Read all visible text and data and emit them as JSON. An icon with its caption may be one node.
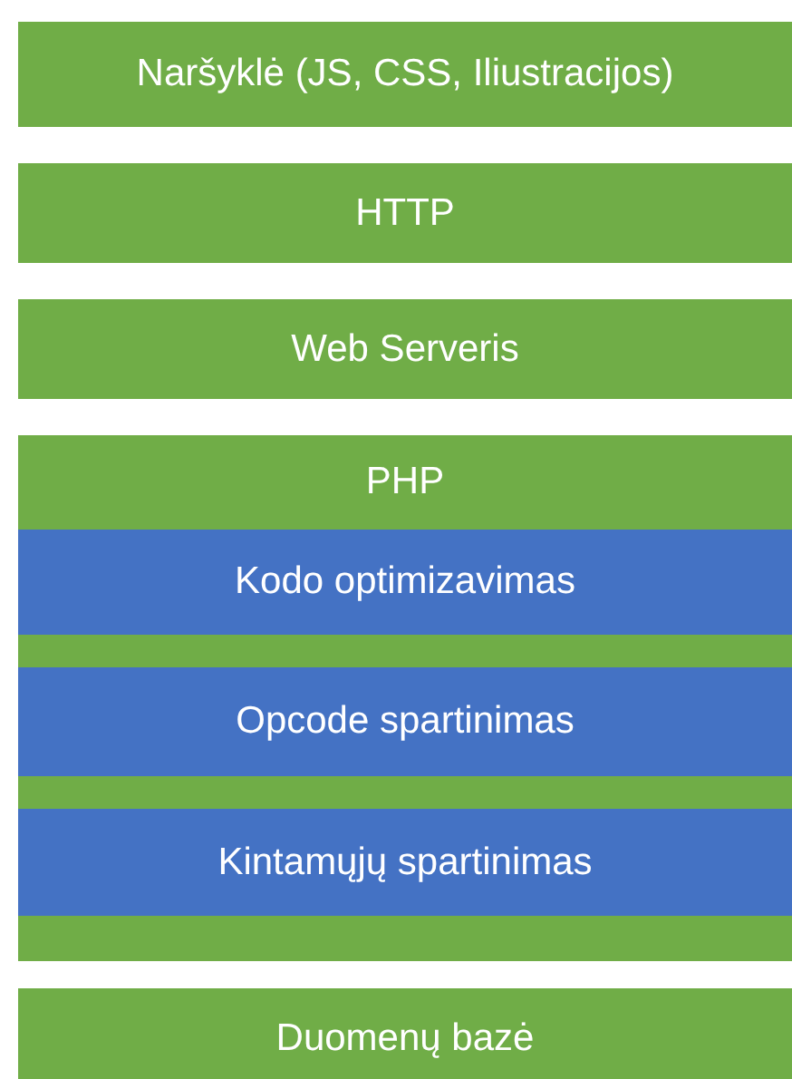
{
  "diagram": {
    "nodes": [
      {
        "text": [
          "Naršyklė (JS, CSS, Iliustracijos)"
        ]
      },
      {
        "text": [
          "HTTP"
        ]
      },
      {
        "text": [
          "Web Serveris"
        ]
      },
      {
        "text": [
          "PHP"
        ]
      },
      {
        "text": [
          "Kodo optimizavimas"
        ],
        "in": 3
      },
      {
        "text": [
          "Opcode spartinimas"
        ],
        "in": 3
      },
      {
        "text": [
          "Kintamųjų spartinimas"
        ],
        "in": 3
      },
      {
        "text": [
          "Duomenų bazė"
        ]
      }
    ]
  }
}
